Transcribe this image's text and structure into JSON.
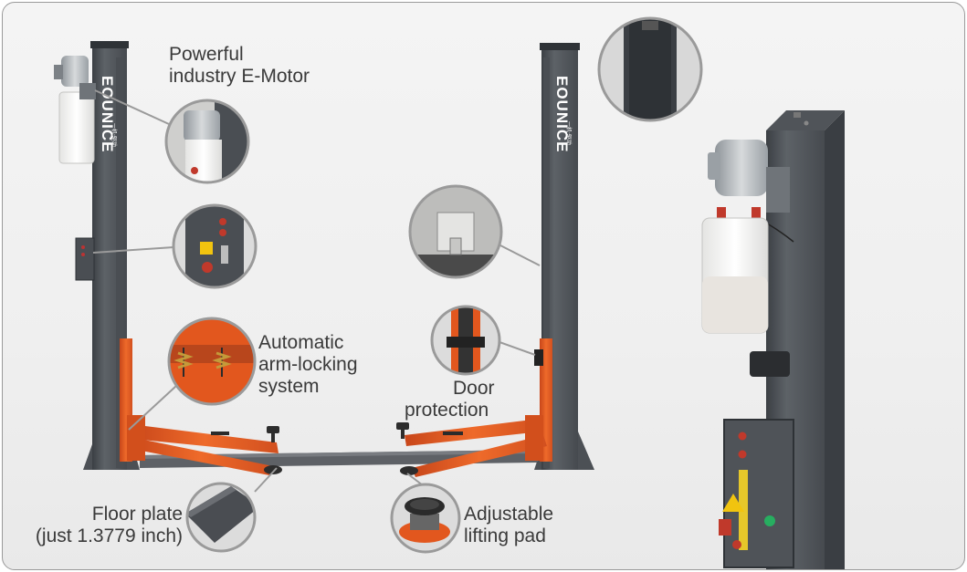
{
  "brand": {
    "logo_text": "EOUNICE",
    "logo_subtext": "一机·驱动"
  },
  "callouts": {
    "motor": {
      "line1": "Powerful",
      "line2": "industry  E-Motor"
    },
    "arm_lock": {
      "line1": "Automatic",
      "line2": "arm-locking",
      "line3": "system"
    },
    "door": {
      "line1": "Door",
      "line2": "protection"
    },
    "floor_plate": {
      "line1": "Floor plate",
      "line2": "(just 1.3779 inch)"
    },
    "lifting_pad": {
      "line1": "Adjustable",
      "line2": "lifting pad"
    }
  },
  "colors": {
    "column": "#555a5f",
    "column_dark": "#3d4146",
    "arm_orange": "#e2571e",
    "callout_ring": "#9a9a9a",
    "label_text": "#3a3a3a"
  },
  "icons": {
    "motor": "electric-motor-icon",
    "control_box": "control-box-icon",
    "arm_lock": "arm-lock-icon",
    "door": "door-protection-icon",
    "pad": "lifting-pad-icon",
    "plate": "floor-plate-icon",
    "column_top": "column-top-icon"
  }
}
